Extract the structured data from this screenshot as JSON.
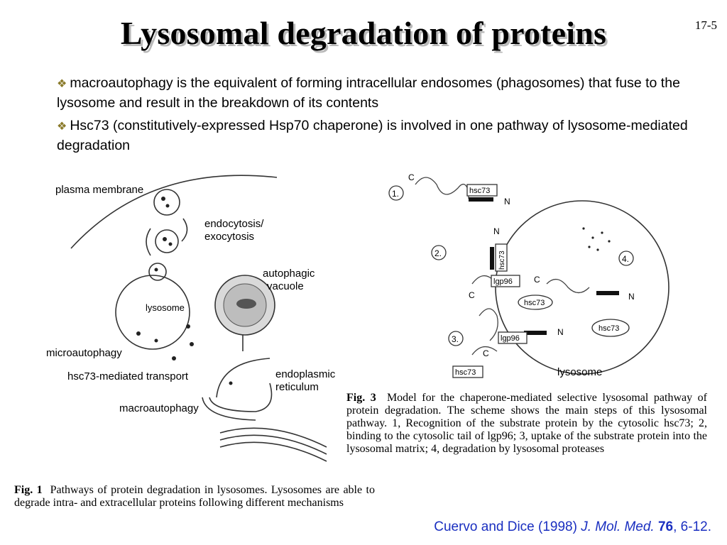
{
  "slide": {
    "title": "Lysosomal degradation of proteins",
    "number": "17-5"
  },
  "bullets": [
    {
      "icon": "diamond-bullet-icon",
      "text": "macroautophagy is the equivalent of forming intracellular endosomes (phagosomes) that fuse to the lysosome and result in the breakdown of its contents"
    },
    {
      "icon": "diamond-bullet-icon",
      "text": "Hsc73 (constitutively-expressed Hsp70 chaperone) is involved in one pathway of lysosome-mediated degradation"
    }
  ],
  "fig1": {
    "labels": {
      "plasma_membrane": "plasma membrane",
      "endocytosis_1": "endocytosis/",
      "endocytosis_2": "exocytosis",
      "autophagic_1": "autophagic",
      "autophagic_2": "vacuole",
      "lysosome": "lysosome",
      "microautophagy": "microautophagy",
      "hsc73_transport": "hsc73-mediated transport",
      "er_1": "endoplasmic",
      "er_2": "reticulum",
      "macroautophagy": "macroautophagy"
    },
    "caption_label": "Fig. 1",
    "caption_text": "Pathways of protein degradation in lysosomes. Lysosomes are able to degrade intra- and extracellular proteins following different mechanisms"
  },
  "fig3": {
    "labels": {
      "step1": "1.",
      "step2": "2.",
      "step3": "3.",
      "step4": "4.",
      "c": "C",
      "n": "N",
      "hsc73": "hsc73",
      "lgp96": "lgp96",
      "lysosome": "lysosome"
    },
    "caption_label": "Fig. 3",
    "caption_text": "Model for the chaperone-mediated selective lysosomal pathway of protein degradation. The scheme shows the main steps of this lysosomal pathway. 1, Recognition of the substrate protein by the cytosolic hsc73; 2, binding to the cytosolic tail of lgp96; 3, uptake of the substrate protein into the lysosomal matrix; 4, degradation by lysosomal proteases"
  },
  "citation": {
    "authors": "Cuervo and Dice (1998)",
    "journal": "J. Mol. Med.",
    "volume": "76",
    "pages": ", 6-12."
  }
}
